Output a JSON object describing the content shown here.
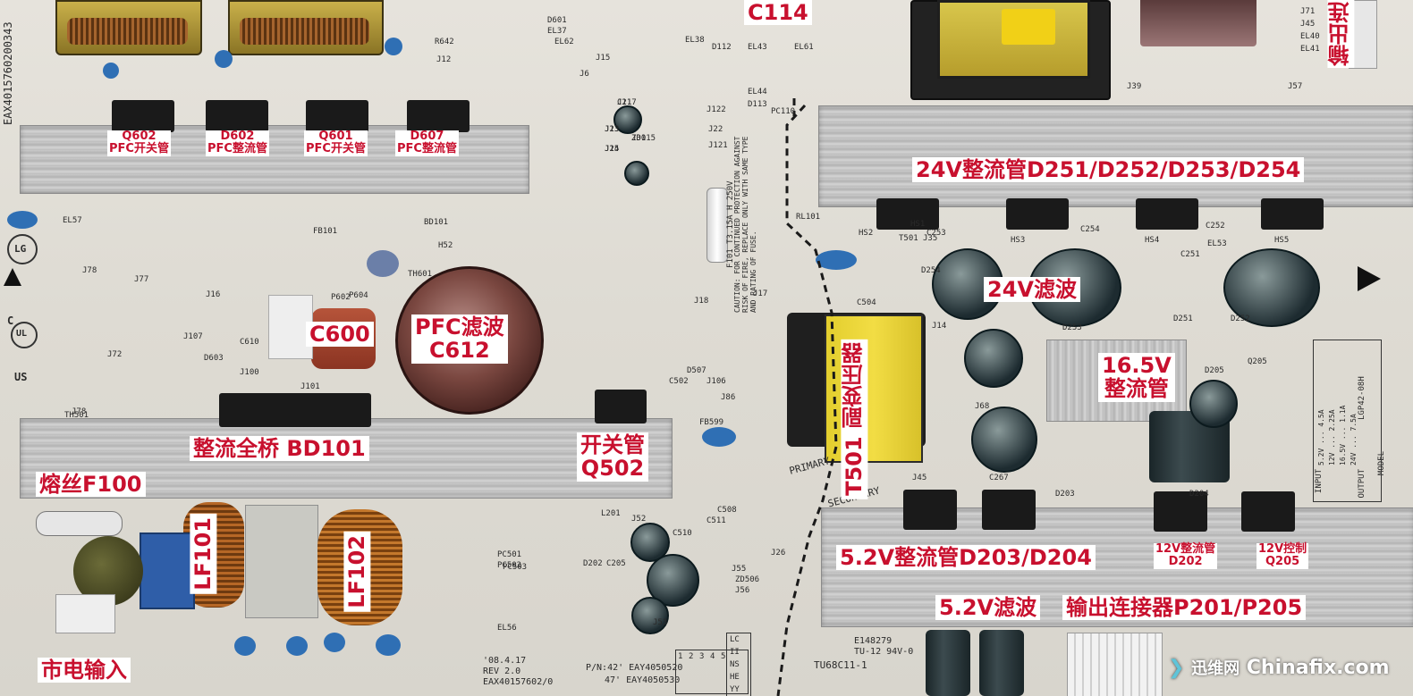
{
  "labels": {
    "c114": "C114",
    "q602": "Q602",
    "q602_role": "PFC开关管",
    "d602": "D602",
    "d602_role": "PFC整流管",
    "q601": "Q601",
    "q601_role": "PFC开关管",
    "d607": "D607",
    "d607_role": "PFC整流管",
    "rect_24v": "24V整流管D251/D252/D253/D254",
    "filter_24v": "24V滤波",
    "c600": "C600",
    "pfc_filter": "PFC滤波",
    "pfc_filter_ref": "C612",
    "aux_trans": "副变压器",
    "aux_trans_ref": "T501",
    "rect_165v": "16.5V",
    "rect_165v_role": "整流管",
    "bridge": "整流全桥 BD101",
    "switch_q502": "开关管",
    "switch_q502_ref": "Q502",
    "fuse": "熔丝F100",
    "lf101": "LF101",
    "lf102": "LF102",
    "rect_52v": "5.2V整流管D203/D204",
    "rect_12v": "12V整流管",
    "rect_12v_ref": "D202",
    "ctrl_12v": "12V控制",
    "ctrl_12v_ref": "Q205",
    "filter_52v": "5.2V滤波",
    "out_conn": "输出连接器P201/P205",
    "mains_in": "市电输入",
    "out_conn_top": "输出连",
    "watermark": "迅维网",
    "watermark_site": "Chinafix.com"
  },
  "silkscreen": {
    "pcb_serial": "EAX4015760200343",
    "rev_date": "'08.4.17",
    "rev": "REV 2.0",
    "eax": "EAX40157602/0",
    "pn1": "P/N:42' EAY4050520",
    "pn2": "47' EAY4050530",
    "e_number": "E148279",
    "tu_rating": "TU-12 94V-0",
    "tu68": "TU68C11-1",
    "caution": "CAUTION: FOR CONTINUED PROTECTION AGAINST RISK OF FIRE, REPLACE ONLY WITH SAME TYPE AND RATING OF FUSE.",
    "primary": "PRIMARY",
    "secondary": "SECONDARY",
    "fuse_rating": "F101 T3.15A H 250V",
    "model": "MODEL",
    "input": "INPUT",
    "output": "OUTPUT",
    "lg": "LG",
    "ul": "UL",
    "us": "US",
    "c_mark": "C",
    "grid_rows": [
      "LC",
      "II",
      "NS",
      "HE",
      "YY"
    ],
    "grid_cols": [
      "1",
      "2",
      "3",
      "4",
      "5"
    ],
    "spec_rows": [
      "5.2V ... 4.5A",
      "12V ... 2.25A",
      "16.5V ... 1.1A",
      "24V ... 7.5A"
    ],
    "lgp": "LGP42-08H",
    "refs": [
      "C117",
      "J13",
      "J14",
      "ZD115",
      "J121",
      "J122",
      "J22",
      "EL43",
      "EL44",
      "D112",
      "D113",
      "PC110",
      "EL61",
      "EL62",
      "J6",
      "J15",
      "J12",
      "R642",
      "D601",
      "EL37",
      "EL38",
      "FB101",
      "J16",
      "J107",
      "J72",
      "J78",
      "J77",
      "D603",
      "C610",
      "J100",
      "J101",
      "J78",
      "BD101",
      "H52",
      "TH601",
      "P604",
      "P602",
      "J18",
      "J17",
      "C502",
      "J106",
      "FB599",
      "J86",
      "D507",
      "C504",
      "J14",
      "T501",
      "J68",
      "J45",
      "C267",
      "D203",
      "D204",
      "D205",
      "Q205",
      "D202",
      "C205",
      "L201",
      "J52",
      "J53",
      "C510",
      "C508",
      "C511",
      "J55",
      "J26",
      "ZD506",
      "J56",
      "PC501",
      "PC502",
      "PC503",
      "EL56",
      "EL57",
      "TH501",
      "RL101",
      "HS1",
      "HS2",
      "HS3",
      "HS4",
      "HS5",
      "D254",
      "D253",
      "D251",
      "D252",
      "C251",
      "C253",
      "C254",
      "C252",
      "EL53",
      "J35",
      "J57",
      "J39",
      "J71",
      "J45",
      "EL40",
      "EL41",
      "J21",
      "J23",
      "J25",
      "J30"
    ]
  }
}
